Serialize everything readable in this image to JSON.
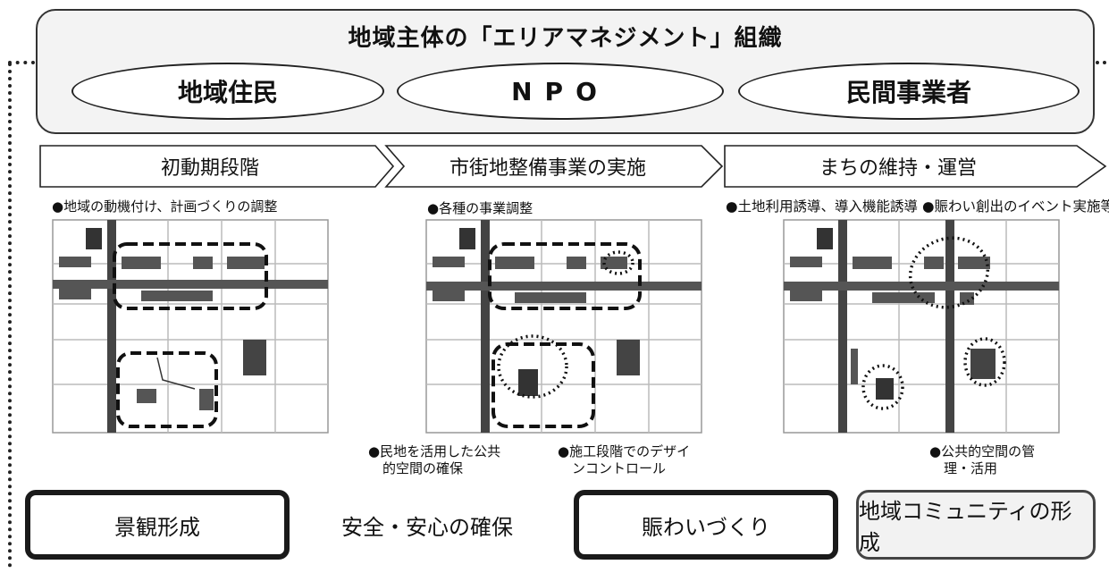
{
  "org": {
    "title": "地域主体の「エリアマネジメント」組織",
    "members": [
      "地域住民",
      "NPO",
      "民間事業者"
    ]
  },
  "stages": [
    {
      "label": "初動期段階",
      "note_top": "●地域の動機付け、計画づくりの調整"
    },
    {
      "label": "市街地整備事業の実施",
      "note_top": "●各種の事業調整"
    },
    {
      "label": "まちの維持・運営",
      "note_top": "●土地利用誘導、導入機能誘導 ●賑わい創出のイベント実施等"
    }
  ],
  "notes_bottom": {
    "n1": "●民地を活用した公共",
    "n1b": "的空間の確保",
    "n2": "●施工段階でのデザイ",
    "n2b": "ンコントロール",
    "n3": "●公共的空間の管",
    "n3b": "理・活用"
  },
  "goals": [
    "景観形成",
    "安全・安心の確保",
    "賑わいづくり",
    "地域コミュニティの形成"
  ]
}
